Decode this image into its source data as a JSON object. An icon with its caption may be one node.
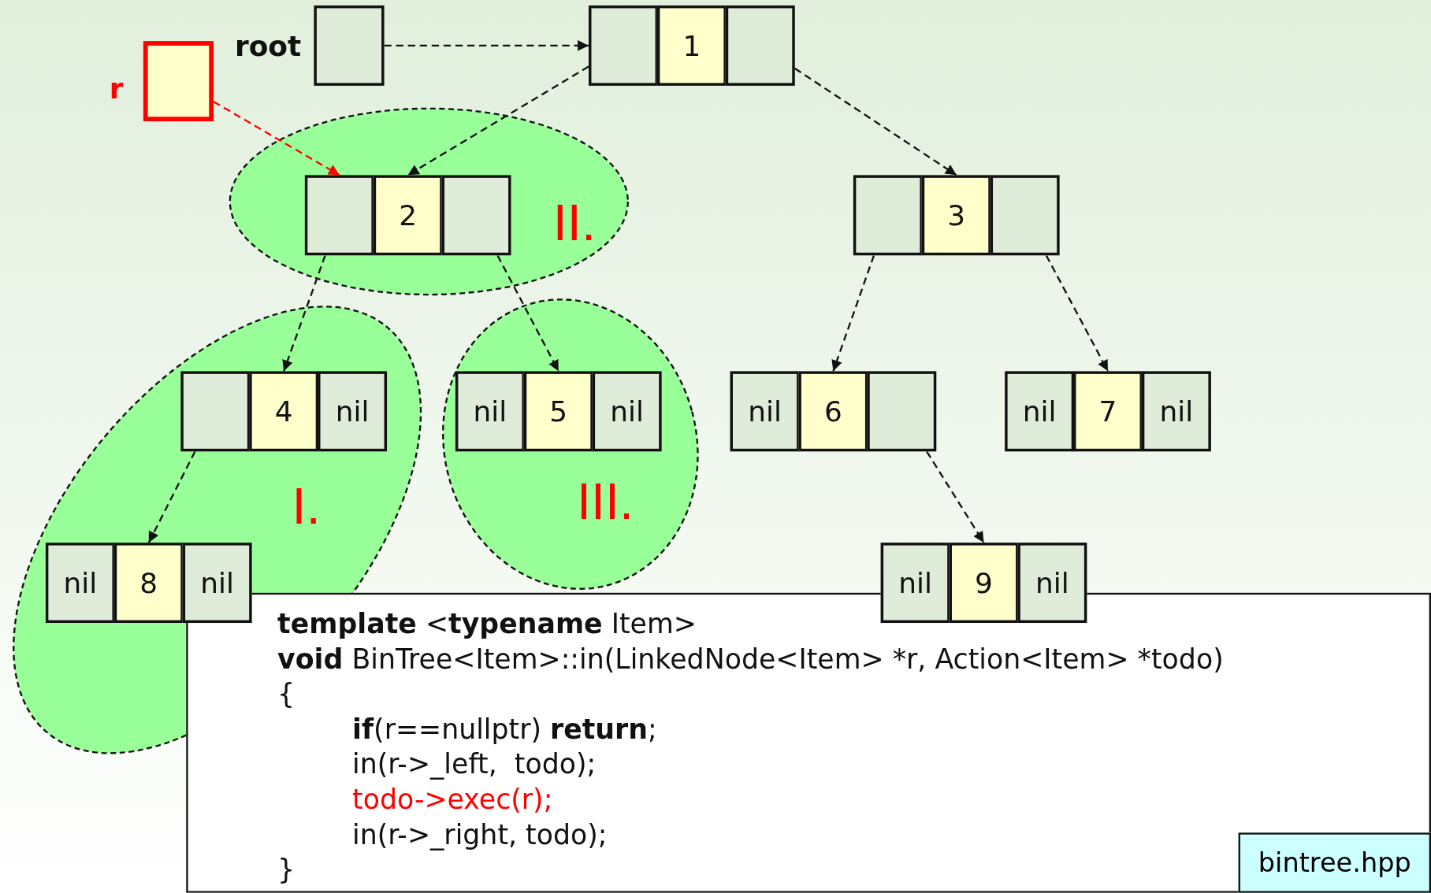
{
  "diagram": {
    "nodes": [
      {
        "text": [],
        "shape": "box",
        "beside": [
          "root"
        ]
      },
      {
        "text": [],
        "shape": "box",
        "beside": [
          "r"
        ]
      },
      {
        "text": [
          "II."
        ]
      },
      {
        "text": [
          "I."
        ]
      },
      {
        "text": [
          "III."
        ]
      },
      {
        "text": [],
        "shape": "box"
      },
      {
        "text": [
          "1"
        ]
      },
      {
        "text": [],
        "shape": "box"
      },
      {
        "text": [],
        "shape": "box",
        "in": 2
      },
      {
        "text": [
          "2"
        ],
        "in": 2
      },
      {
        "text": [],
        "shape": "box",
        "in": 2
      },
      {
        "text": [],
        "shape": "box"
      },
      {
        "text": [
          "3"
        ]
      },
      {
        "text": [],
        "shape": "box"
      },
      {
        "text": [],
        "shape": "box",
        "in": 3
      },
      {
        "text": [
          "4"
        ],
        "in": 3
      },
      {
        "text": [
          "nil"
        ],
        "in": 3
      },
      {
        "text": [
          "nil"
        ],
        "in": 4
      },
      {
        "text": [
          "5"
        ],
        "in": 4
      },
      {
        "text": [
          "nil"
        ],
        "in": 4
      },
      {
        "text": [
          "nil"
        ]
      },
      {
        "text": [
          "6"
        ]
      },
      {
        "text": [],
        "shape": "box"
      },
      {
        "text": [
          "nil"
        ]
      },
      {
        "text": [
          "7"
        ]
      },
      {
        "text": [
          "nil"
        ]
      },
      {
        "text": [
          "nil"
        ],
        "in": 3
      },
      {
        "text": [
          "8"
        ],
        "in": 3
      },
      {
        "text": [
          "nil"
        ],
        "in": 3
      },
      {
        "text": [
          "nil"
        ]
      },
      {
        "text": [
          "9"
        ]
      },
      {
        "text": [
          "nil"
        ]
      },
      {
        "text": [
          "**template** <**typename** Item>",
          "**void** BinTree<Item>::in(LinkedNode<Item> *r, Action<Item> *todo)",
          "{",
          "**if**(r==nullptr) **return**;",
          "in(r->_left,  todo);",
          "todo->exec(r);",
          "in(r->_right, todo);",
          "}"
        ]
      },
      {
        "text": [
          "bintree.hpp"
        ],
        "in": 32
      }
    ],
    "edges": [
      {
        "from": 0,
        "to": 5,
        "arrow": "to",
        "style": "dashed"
      },
      {
        "from": 1,
        "to": 8,
        "arrow": "to",
        "style": "dashed",
        "color": "#ff0000"
      },
      {
        "from": 5,
        "to": 9,
        "arrow": "to",
        "style": "dashed"
      },
      {
        "from": 7,
        "to": 12,
        "arrow": "to",
        "style": "dashed"
      },
      {
        "from": 8,
        "to": 15,
        "arrow": "to",
        "style": "dashed"
      },
      {
        "from": 10,
        "to": 18,
        "arrow": "to",
        "style": "dashed"
      },
      {
        "from": 11,
        "to": 21,
        "arrow": "to",
        "style": "dashed"
      },
      {
        "from": 13,
        "to": 24,
        "arrow": "to",
        "style": "dashed"
      },
      {
        "from": 14,
        "to": 27,
        "arrow": "to",
        "style": "dashed"
      },
      {
        "from": 22,
        "to": 30,
        "arrow": "to",
        "style": "dashed"
      }
    ]
  }
}
